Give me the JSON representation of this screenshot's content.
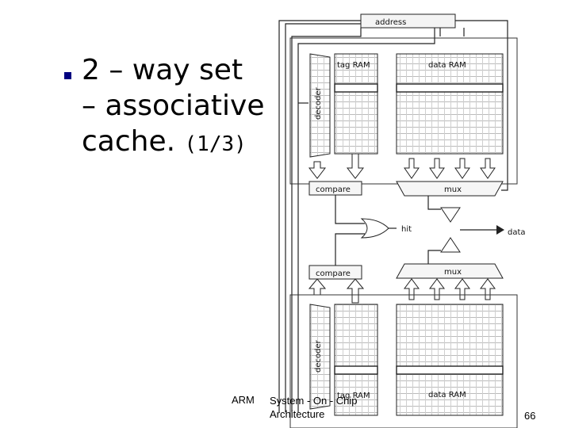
{
  "slide": {
    "title_line1": "2 – way set",
    "title_line2": "– associative",
    "title_line3": "cache.",
    "title_suffix": "(1/3)"
  },
  "diagram": {
    "address": "address",
    "tag_ram_top": "tag RAM",
    "data_ram_top": "data RAM",
    "decoder_top": "decoder",
    "compare_top": "compare",
    "mux_top": "mux",
    "hit": "hit",
    "data": "data",
    "compare_bottom": "compare",
    "mux_bottom": "mux",
    "decoder_bottom": "decoder",
    "tag_ram_bottom": "tag RAM",
    "data_ram_bottom": "data RAM"
  },
  "footer": {
    "left": "ARM",
    "center_line1": "System - On - Chip",
    "center_line2": "Architecture",
    "page": "66"
  }
}
